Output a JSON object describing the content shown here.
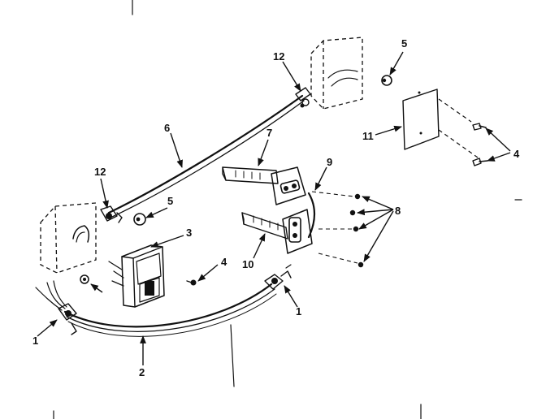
{
  "diagram": {
    "callouts": {
      "c1a": "1",
      "c1b": "1",
      "c2": "2",
      "c3": "3",
      "c4a": "4",
      "c4b": "4",
      "c5a": "5",
      "c5b": "5",
      "c6": "6",
      "c7": "7",
      "c8": "8",
      "c9": "9",
      "c10": "10",
      "c11": "11",
      "c12a": "12",
      "c12b": "12"
    }
  }
}
